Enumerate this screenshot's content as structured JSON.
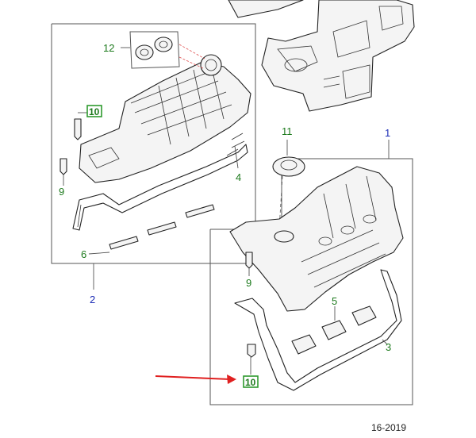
{
  "callouts": {
    "c1": "1",
    "c2": "2",
    "c3": "3",
    "c4": "4",
    "c5": "5",
    "c6": "6",
    "c9a": "9",
    "c9b": "9",
    "c10a": "10",
    "c10b": "10",
    "c11": "11",
    "c12": "12"
  },
  "figure_code": "16-2019",
  "colors": {
    "callout_green": "#1d7a1d",
    "callout_blue": "#1b2bb5",
    "box_fill": "#2e9a2e",
    "arrow_red": "#e02020"
  }
}
